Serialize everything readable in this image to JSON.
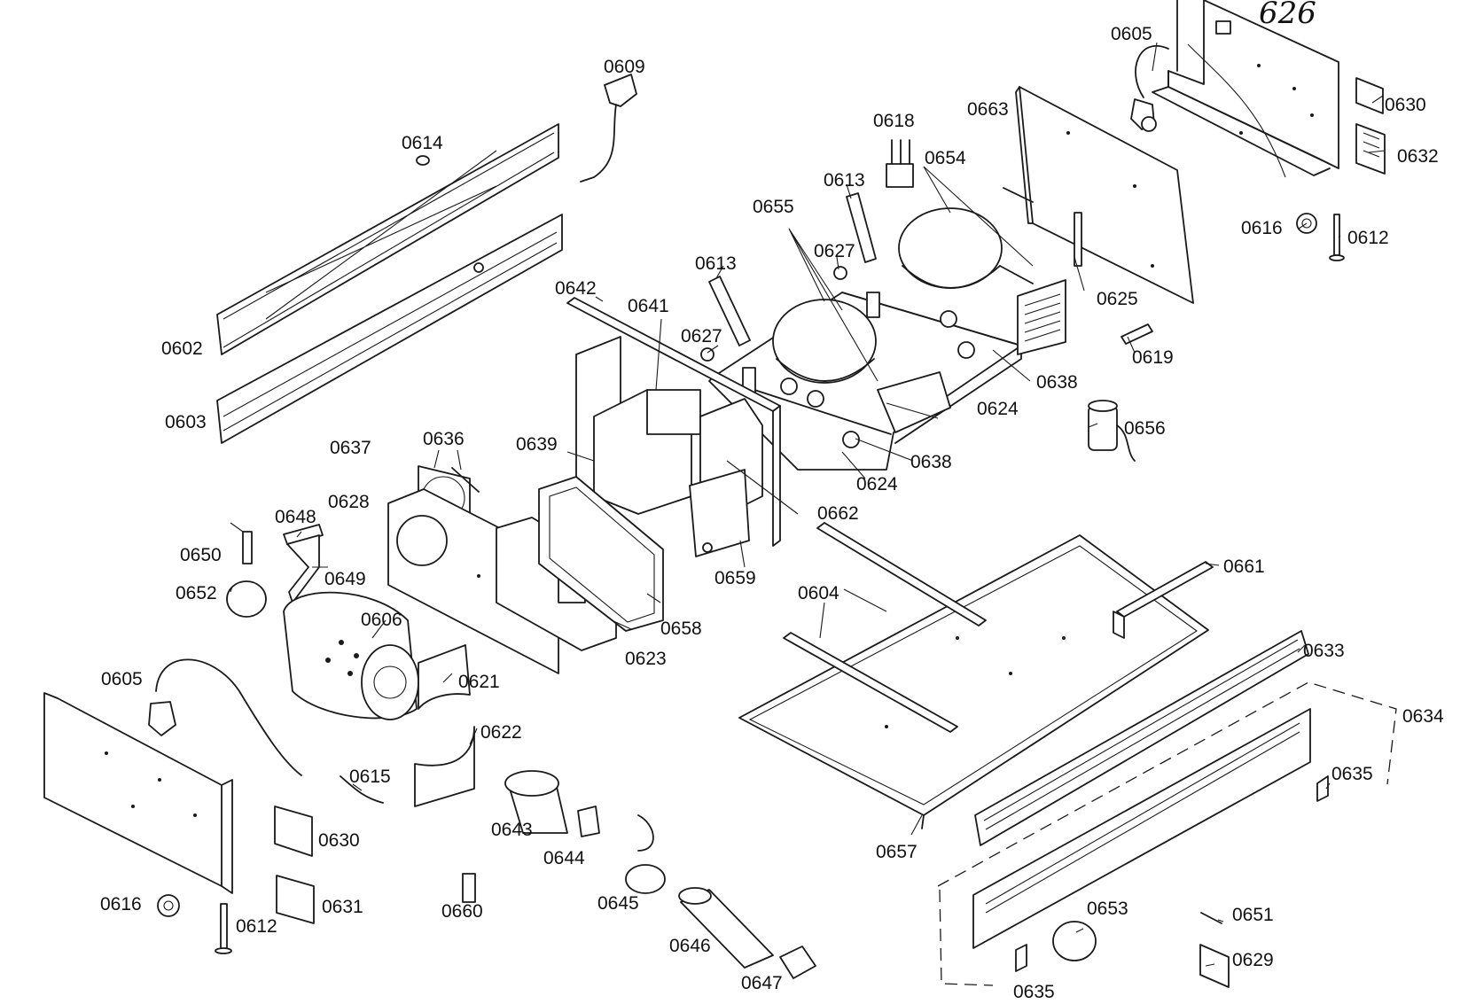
{
  "header": {
    "handwritten_note": "626"
  },
  "parts": [
    {
      "id": "0605",
      "label": "0605"
    },
    {
      "id": "0609",
      "label": "0609"
    },
    {
      "id": "0614",
      "label": "0614"
    },
    {
      "id": "0618",
      "label": "0618"
    },
    {
      "id": "0663",
      "label": "0663"
    },
    {
      "id": "0630",
      "label": "0630"
    },
    {
      "id": "0632",
      "label": "0632"
    },
    {
      "id": "0654",
      "label": "0654"
    },
    {
      "id": "0613",
      "label": "0613"
    },
    {
      "id": "0655",
      "label": "0655"
    },
    {
      "id": "0627",
      "label": "0627"
    },
    {
      "id": "0616",
      "label": "0616"
    },
    {
      "id": "0612",
      "label": "0612"
    },
    {
      "id": "0625",
      "label": "0625"
    },
    {
      "id": "0642",
      "label": "0642"
    },
    {
      "id": "0641",
      "label": "0641"
    },
    {
      "id": "0619",
      "label": "0619"
    },
    {
      "id": "0602",
      "label": "0602"
    },
    {
      "id": "0638",
      "label": "0638"
    },
    {
      "id": "0624",
      "label": "0624"
    },
    {
      "id": "0603",
      "label": "0603"
    },
    {
      "id": "0656",
      "label": "0656"
    },
    {
      "id": "0637",
      "label": "0637"
    },
    {
      "id": "0636",
      "label": "0636"
    },
    {
      "id": "0639",
      "label": "0639"
    },
    {
      "id": "0628",
      "label": "0628"
    },
    {
      "id": "0662",
      "label": "0662"
    },
    {
      "id": "0648",
      "label": "0648"
    },
    {
      "id": "0650",
      "label": "0650"
    },
    {
      "id": "0661",
      "label": "0661"
    },
    {
      "id": "0649",
      "label": "0649"
    },
    {
      "id": "0659",
      "label": "0659"
    },
    {
      "id": "0652",
      "label": "0652"
    },
    {
      "id": "0604",
      "label": "0604"
    },
    {
      "id": "0606",
      "label": "0606"
    },
    {
      "id": "0658",
      "label": "0658"
    },
    {
      "id": "0633",
      "label": "0633"
    },
    {
      "id": "0623",
      "label": "0623"
    },
    {
      "id": "0621",
      "label": "0621"
    },
    {
      "id": "0634",
      "label": "0634"
    },
    {
      "id": "0622",
      "label": "0622"
    },
    {
      "id": "0635",
      "label": "0635"
    },
    {
      "id": "0615",
      "label": "0615"
    },
    {
      "id": "0643",
      "label": "0643"
    },
    {
      "id": "0657",
      "label": "0657"
    },
    {
      "id": "0644",
      "label": "0644"
    },
    {
      "id": "0631",
      "label": "0631"
    },
    {
      "id": "0660",
      "label": "0660"
    },
    {
      "id": "0645",
      "label": "0645"
    },
    {
      "id": "0653",
      "label": "0653"
    },
    {
      "id": "0651",
      "label": "0651"
    },
    {
      "id": "0646",
      "label": "0646"
    },
    {
      "id": "0629",
      "label": "0629"
    },
    {
      "id": "0647",
      "label": "0647"
    }
  ]
}
